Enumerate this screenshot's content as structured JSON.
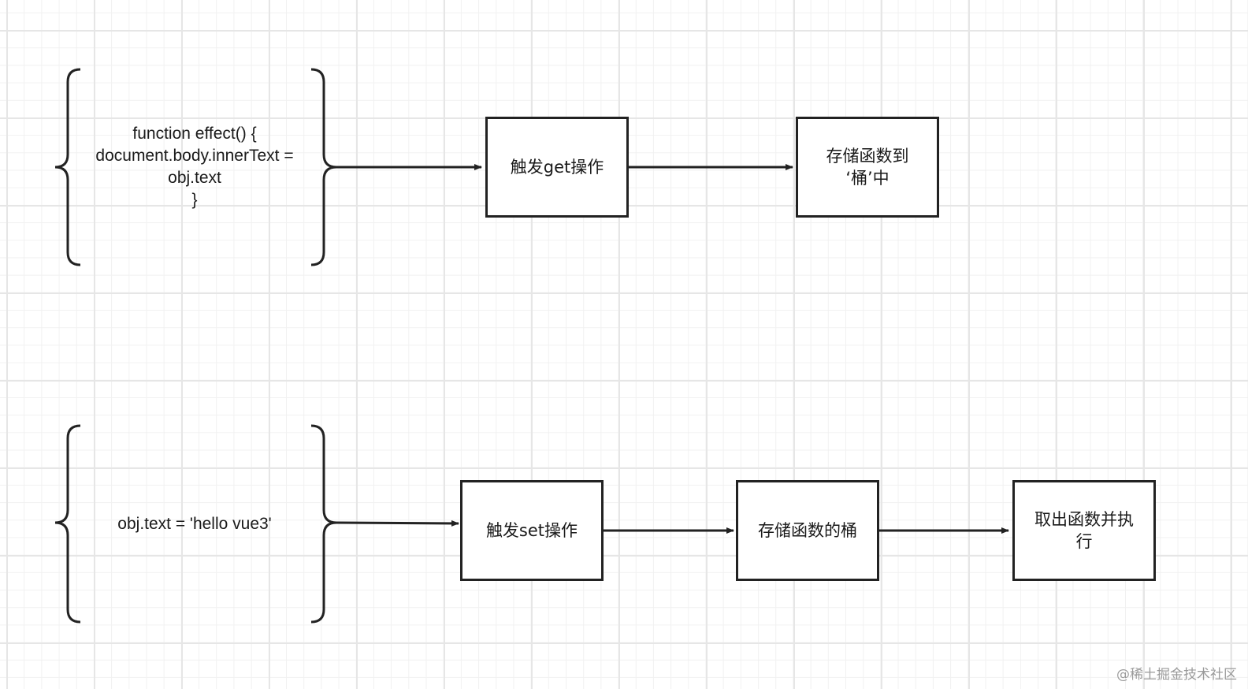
{
  "diagram": {
    "top_row": {
      "code": "function effect() {\ndocument.body.innerText =\nobj.text\n}",
      "steps": [
        "触发get操作",
        "存储函数到\n‘桶’中"
      ]
    },
    "bottom_row": {
      "code": "obj.text = 'hello vue3'",
      "steps": [
        "触发set操作",
        "存储函数的桶",
        "取出函数并执\n行"
      ]
    }
  },
  "watermark": "@稀土掘金技术社区",
  "colors": {
    "stroke": "#222222",
    "grid_major": "#e6e6e6",
    "grid_minor": "#f1f1f1",
    "watermark": "#9a9a9a"
  }
}
